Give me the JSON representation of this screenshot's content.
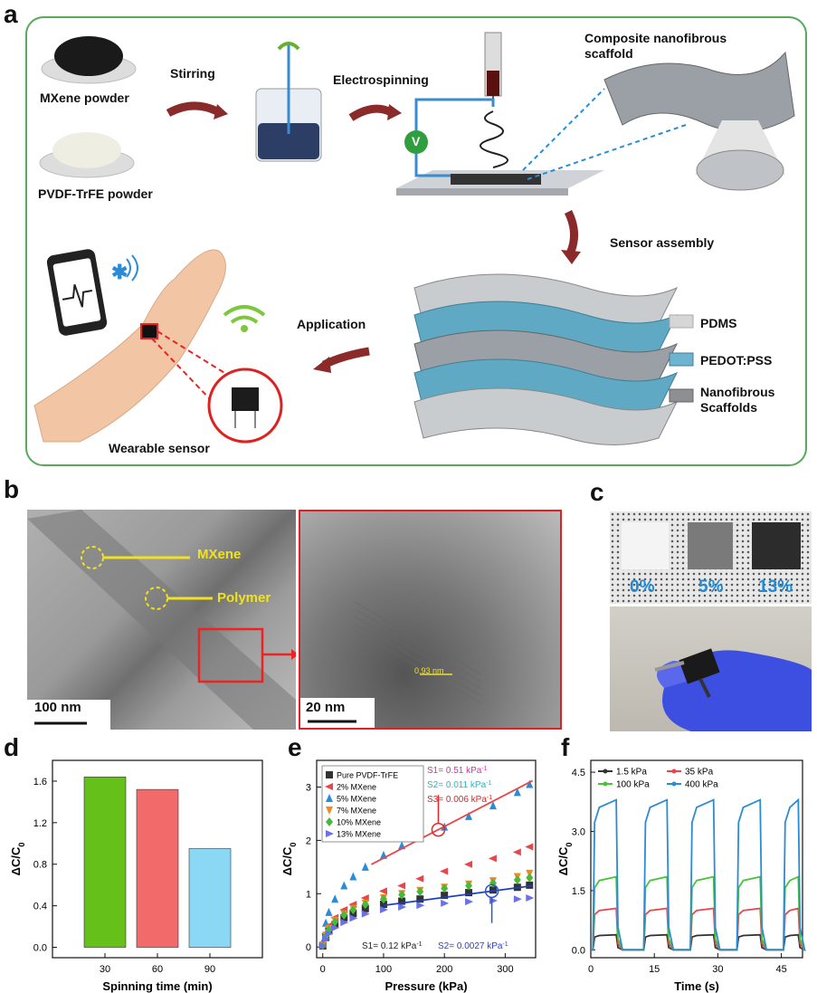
{
  "panel_a": {
    "letter": "a",
    "mxene_powder": "MXene powder",
    "pvdf_powder": "PVDF-TrFE powder",
    "stirring": "Stirring",
    "electrospinning": "Electrospinning",
    "scaffold_title": "Composite nanofibrous scaffold",
    "sensor_assembly": "Sensor assembly",
    "application": "Application",
    "wearable_sensor": "Wearable sensor",
    "voltmeter": "V",
    "legend": [
      "PDMS",
      "PEDOT:PSS",
      "Nanofibrous Scaffolds"
    ]
  },
  "panel_b": {
    "letter": "b",
    "mxene_label": "MXene",
    "polymer_label": "Polymer",
    "scale_left": "100 nm",
    "scale_right": "20 nm",
    "lattice": "0.93 nm"
  },
  "panel_c": {
    "letter": "c",
    "samples": [
      "0%",
      "5%",
      "13%"
    ]
  },
  "chart_data": [
    {
      "panel": "d",
      "type": "bar",
      "xlabel": "Spinning time (min)",
      "ylabel": "ΔC/C0",
      "categories": [
        "30",
        "60",
        "90"
      ],
      "values": [
        1.64,
        1.52,
        0.95
      ],
      "ylim": [
        -0.1,
        1.8
      ],
      "yticks": [
        "0.0",
        "0.4",
        "0.8",
        "1.2",
        "1.6"
      ],
      "colors": [
        "#66c01a",
        "#f36a6a",
        "#8ad8f4"
      ]
    },
    {
      "panel": "e",
      "type": "scatter",
      "xlabel": "Pressure (kPa)",
      "ylabel": "ΔC/C0",
      "xlim": [
        -10,
        350
      ],
      "ylim": [
        -0.2,
        3.5
      ],
      "xticks": [
        "0",
        "100",
        "200",
        "300"
      ],
      "yticks": [
        "0",
        "1",
        "2",
        "3"
      ],
      "legend": "top-left",
      "series": [
        {
          "name": "Pure PVDF-TrFE",
          "color": "#333333",
          "marker": "square",
          "x": [
            0,
            5,
            10,
            20,
            35,
            50,
            70,
            100,
            130,
            160,
            200,
            240,
            280,
            320,
            340
          ],
          "y": [
            0.02,
            0.18,
            0.3,
            0.42,
            0.55,
            0.63,
            0.72,
            0.8,
            0.86,
            0.9,
            0.97,
            1.02,
            1.07,
            1.12,
            1.16
          ]
        },
        {
          "name": "2% MXene",
          "color": "#e8464a",
          "marker": "tri-left",
          "x": [
            0,
            5,
            10,
            20,
            35,
            50,
            70,
            100,
            130,
            160,
            200,
            240,
            280,
            320,
            340
          ],
          "y": [
            0.05,
            0.25,
            0.4,
            0.55,
            0.7,
            0.8,
            0.92,
            1.05,
            1.15,
            1.28,
            1.42,
            1.55,
            1.66,
            1.78,
            1.88
          ]
        },
        {
          "name": "5% MXene",
          "color": "#2a8cd6",
          "marker": "tri-up",
          "x": [
            0,
            5,
            10,
            20,
            35,
            50,
            70,
            100,
            130,
            160,
            200,
            240,
            280,
            320,
            340
          ],
          "y": [
            0.1,
            0.45,
            0.65,
            0.9,
            1.15,
            1.32,
            1.5,
            1.72,
            1.9,
            2.05,
            2.25,
            2.45,
            2.65,
            2.9,
            3.05
          ]
        },
        {
          "name": "7% MXene",
          "color": "#f08a1c",
          "marker": "tri-down",
          "x": [
            0,
            5,
            10,
            20,
            35,
            50,
            70,
            100,
            130,
            160,
            200,
            240,
            280,
            320,
            340
          ],
          "y": [
            0.04,
            0.22,
            0.35,
            0.5,
            0.62,
            0.72,
            0.82,
            0.92,
            1.0,
            1.06,
            1.12,
            1.18,
            1.24,
            1.32,
            1.38
          ]
        },
        {
          "name": "10% MXene",
          "color": "#49b83c",
          "marker": "diamond",
          "x": [
            0,
            5,
            10,
            20,
            35,
            50,
            70,
            100,
            130,
            160,
            200,
            240,
            280,
            320,
            340
          ],
          "y": [
            0.03,
            0.2,
            0.32,
            0.47,
            0.6,
            0.7,
            0.8,
            0.9,
            0.98,
            1.04,
            1.1,
            1.15,
            1.2,
            1.26,
            1.3
          ]
        },
        {
          "name": "13% MXene",
          "color": "#6a70e8",
          "marker": "tri-right",
          "x": [
            0,
            5,
            10,
            20,
            35,
            50,
            70,
            100,
            130,
            160,
            200,
            240,
            280,
            320,
            340
          ],
          "y": [
            0.02,
            0.15,
            0.25,
            0.36,
            0.46,
            0.54,
            0.62,
            0.7,
            0.75,
            0.78,
            0.82,
            0.85,
            0.87,
            0.9,
            0.92
          ]
        }
      ],
      "annotations": {
        "s1_top": "S1= 0.51 kPa",
        "s2_top": "S2= 0.011 kPa",
        "s3_top": "S3= 0.006 kPa",
        "s1_bottom": "S1= 0.12 kPa",
        "s2_bottom": "S2= 0.0027 kPa",
        "unit_sup": "-1"
      }
    },
    {
      "panel": "f",
      "type": "line",
      "xlabel": "Time (s)",
      "ylabel": "ΔC/C0",
      "xlim": [
        0,
        50
      ],
      "ylim": [
        -0.2,
        4.8
      ],
      "xticks": [
        "0",
        "15",
        "30",
        "45"
      ],
      "yticks": [
        "0.0",
        "1.5",
        "3.0",
        "4.5"
      ],
      "legend": "top",
      "pulses": {
        "on": [
          [
            0.5,
            6
          ],
          [
            12.5,
            18
          ],
          [
            23.5,
            29
          ],
          [
            34.5,
            40
          ],
          [
            45.5,
            49
          ]
        ]
      },
      "series": [
        {
          "name": "1.5 kPa",
          "color": "#333333",
          "level": 0.38
        },
        {
          "name": "35 kPa",
          "color": "#e8464a",
          "level": 1.05
        },
        {
          "name": "100 kPa",
          "color": "#4cc23a",
          "level": 1.85
        },
        {
          "name": "400 kPa",
          "color": "#2a8cd6",
          "level": 3.8
        }
      ]
    }
  ]
}
